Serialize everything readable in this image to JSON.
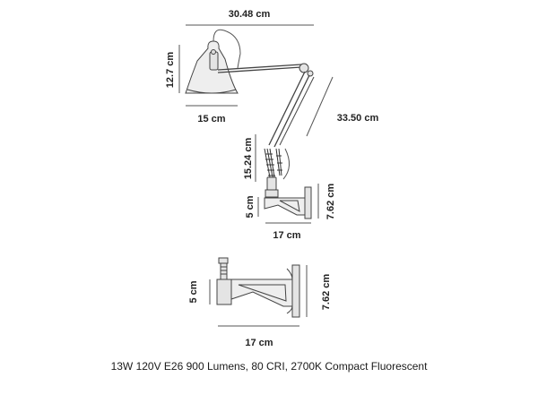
{
  "top_view": {
    "overall_width": "30.48 cm",
    "shade_height": "12.7 cm",
    "shade_width": "15 cm",
    "arm_reach": "33.50 cm",
    "spring_height": "15.24 cm",
    "mount_height": "5 cm",
    "bracket_height": "7.62 cm",
    "bracket_depth": "17 cm"
  },
  "bracket_view": {
    "mount_height": "5 cm",
    "bracket_height": "7.62 cm",
    "bracket_depth": "17 cm"
  },
  "spec_line": "13W  120V E26  900 Lumens, 80 CRI, 2700K Compact Fluorescent",
  "colors": {
    "line": "#444444",
    "body": "#eeeeee",
    "dimension_line": "#555555"
  }
}
